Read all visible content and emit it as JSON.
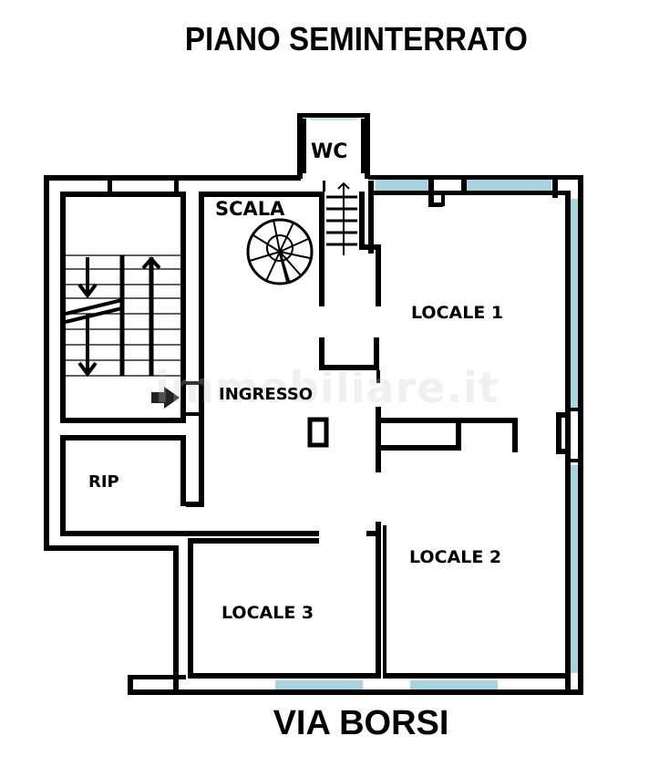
{
  "title": "PIANO SEMINTERRATO",
  "street": "VIA BORSI",
  "watermark": "immobiliare.it",
  "colors": {
    "wall": "#000000",
    "window": "#a9d3e0",
    "background": "#ffffff"
  },
  "rooms": [
    {
      "id": "wc",
      "label": "WC"
    },
    {
      "id": "scala",
      "label": "SCALA"
    },
    {
      "id": "locale1",
      "label": "LOCALE 1"
    },
    {
      "id": "ingresso",
      "label": "INGRESSO"
    },
    {
      "id": "rip",
      "label": "RIP"
    },
    {
      "id": "locale2",
      "label": "LOCALE 2"
    },
    {
      "id": "locale3",
      "label": "LOCALE 3"
    }
  ],
  "symbols": {
    "stairwell": "straight-stair-two-flights",
    "spiral_stair": "spiral-staircase",
    "entry_arrow": "entrance-arrow"
  }
}
